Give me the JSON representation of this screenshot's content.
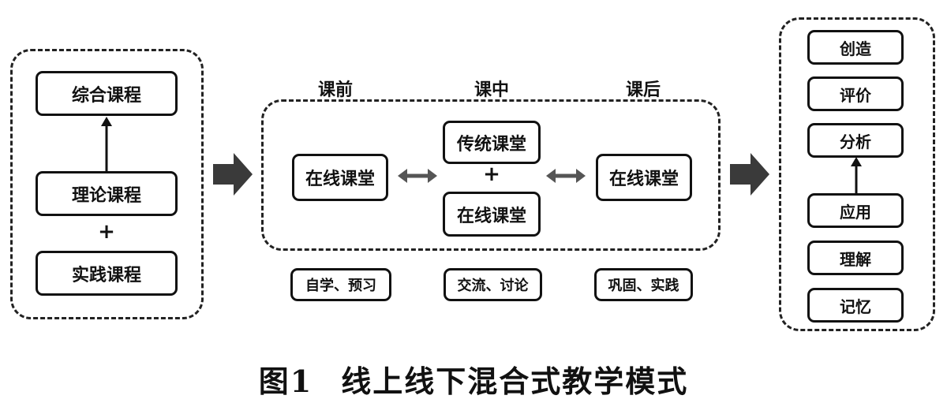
{
  "left_group": {
    "top_box": "综合课程",
    "middle_box": "理论课程",
    "plus": "+",
    "bottom_box": "实践课程"
  },
  "middle_group": {
    "phases": [
      "课前",
      "课中",
      "课后"
    ],
    "pre_class_box": "在线课堂",
    "in_class_top_box": "传统课堂",
    "in_class_plus": "+",
    "in_class_bottom_box": "在线课堂",
    "post_class_box": "在线课堂",
    "activities": [
      "自学、预习",
      "交流、讨论",
      "巩固、实践"
    ]
  },
  "right_group": {
    "levels": [
      "创造",
      "评价",
      "分析",
      "应用",
      "理解",
      "记忆"
    ]
  },
  "caption": {
    "number": "图1",
    "title": "线上线下混合式教学模式"
  }
}
